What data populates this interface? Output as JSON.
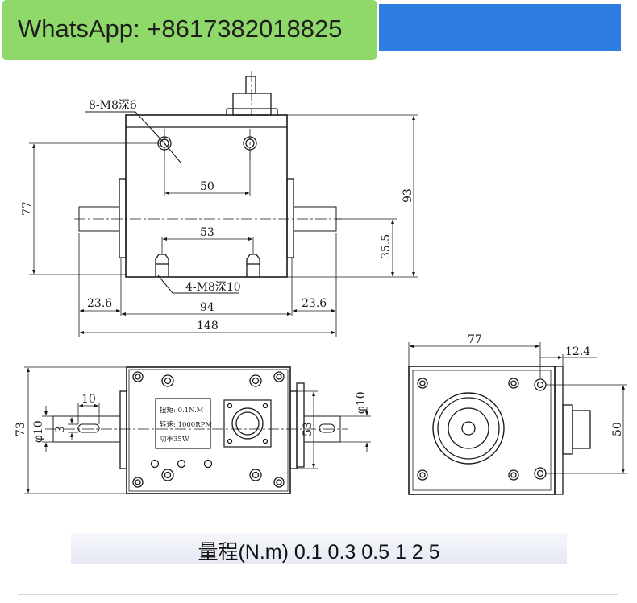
{
  "header": {
    "contact_text": "WhatsApp: +8617382018825",
    "accent_color": "#8fd96b",
    "bar_color": "#2d7de0"
  },
  "front_view": {
    "callout_top_holes": "8-M8深6",
    "callout_bottom_holes": "4-M8深10",
    "dim_top_hole_spacing": "50",
    "dim_bottom_hole_spacing": "53",
    "dim_body_height_left": "77",
    "dim_total_height": "93",
    "dim_shaft_center_height": "35.5",
    "dim_left_shaft": "23.6",
    "dim_right_shaft": "23.6",
    "dim_body_width": "94",
    "dim_total_length": "148"
  },
  "top_view": {
    "nameplate_line1": "扭矩: 0.1N.M",
    "nameplate_line2": "转速: 1000RPM",
    "nameplate_line3": "功率35W",
    "dim_height": "73",
    "dim_shaft_diameter_left": "φ10",
    "dim_key_width": "3",
    "dim_key_length": "10",
    "dim_shaft_diameter_right": "φ10",
    "dim_flange_height": "53"
  },
  "side_view": {
    "dim_width": "77",
    "dim_connector_offset": "12.4",
    "dim_connector_height": "50"
  },
  "range_text": "量程(N.m)   0.1   0.3   0.5   1   2   5"
}
